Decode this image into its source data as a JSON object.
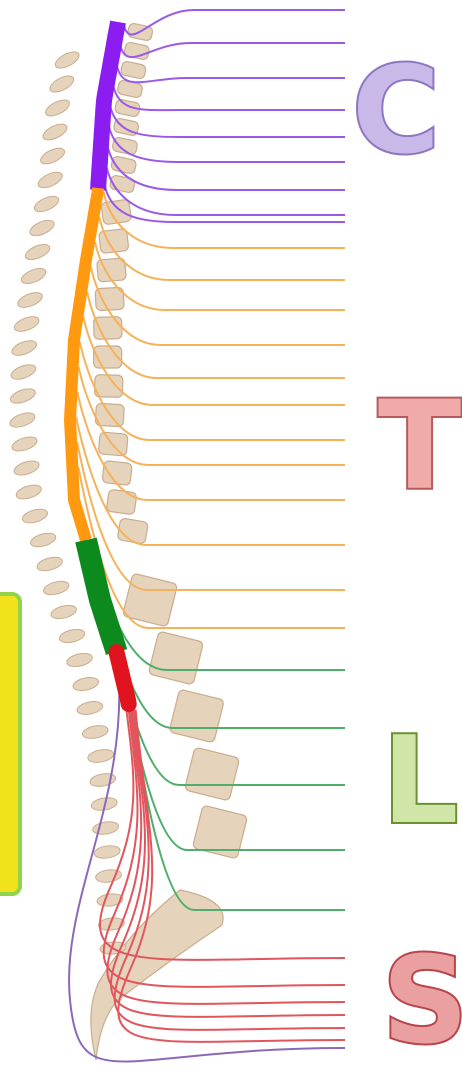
{
  "regions": [
    {
      "key": "cervical",
      "label": "C",
      "nerve_count": 9,
      "cord_color": "#8b1df0",
      "nerve_color": "#9b59e8",
      "letter_fill": "#c9b9e8",
      "letter_stroke": "#8e77c0"
    },
    {
      "key": "thoracic",
      "label": "T",
      "nerve_count": 12,
      "cord_color": "#ff9a10",
      "nerve_color": "#f6b25a",
      "letter_fill": "#f0aaaa",
      "letter_stroke": "#b85a5a"
    },
    {
      "key": "lumbar",
      "label": "L",
      "nerve_count": 5,
      "cord_color": "#0c8a1e",
      "nerve_color": "#4fae6a",
      "letter_fill": "#cfe6a8",
      "letter_stroke": "#6a8f2e"
    },
    {
      "key": "sacral",
      "label": "S",
      "nerve_count": 6,
      "cord_color": "#e0141e",
      "nerve_color": "#e2555d",
      "letter_fill": "#eaa0a0",
      "letter_stroke": "#b8454a"
    }
  ],
  "coccygeal_nerve_color": "#8a6ab8",
  "vertebra_color": "#e6d3bc",
  "vertebra_outline": "#c9ad8e",
  "side_box": {
    "fill": "#f2e21c",
    "border": "#8fd44a"
  }
}
